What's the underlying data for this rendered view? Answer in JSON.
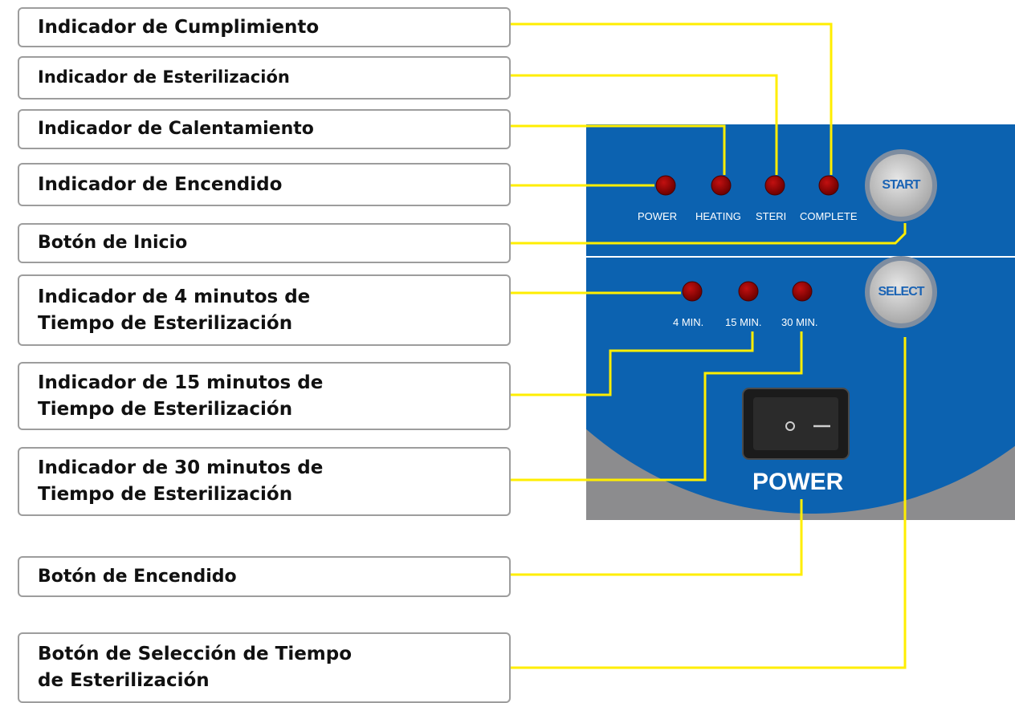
{
  "labels": {
    "completion_indicator": "Indicador de Cumplimiento",
    "sterilization_indicator": "Indicador de Esterilización",
    "heating_indicator": "Indicador de Calentamiento",
    "power_indicator": "Indicador de Encendido",
    "start_button": "Botón de Inicio",
    "min4_indicator": "Indicador de 4 minutos de\nTiempo de Esterilización",
    "min15_indicator": "Indicador de 15 minutos de\nTiempo  de Esterilización",
    "min30_indicator": "Indicador de 30 minutos de\nTiempo  de Esterilización",
    "power_button": "Botón de Encendido",
    "select_button": "Botón de Selección de Tiempo\nde Esterilización"
  },
  "device": {
    "led_labels": {
      "power": "POWER",
      "heating": "HEATING",
      "steri": "STERI",
      "complete": "COMPLETE"
    },
    "time_labels": {
      "min4": "4 MIN.",
      "min15": "15 MIN.",
      "min30": "30 MIN."
    },
    "start_label": "START",
    "select_label": "SELECT",
    "power_label": "POWER",
    "switch_on_symbol": "—",
    "switch_off_symbol": "o"
  },
  "colors": {
    "panel_blue": "#0c62b0",
    "panel_gray": "#8c8c8e",
    "led_red": "#8e0000",
    "leader_yellow": "#ffee00",
    "box_border": "#9d9d9d"
  }
}
